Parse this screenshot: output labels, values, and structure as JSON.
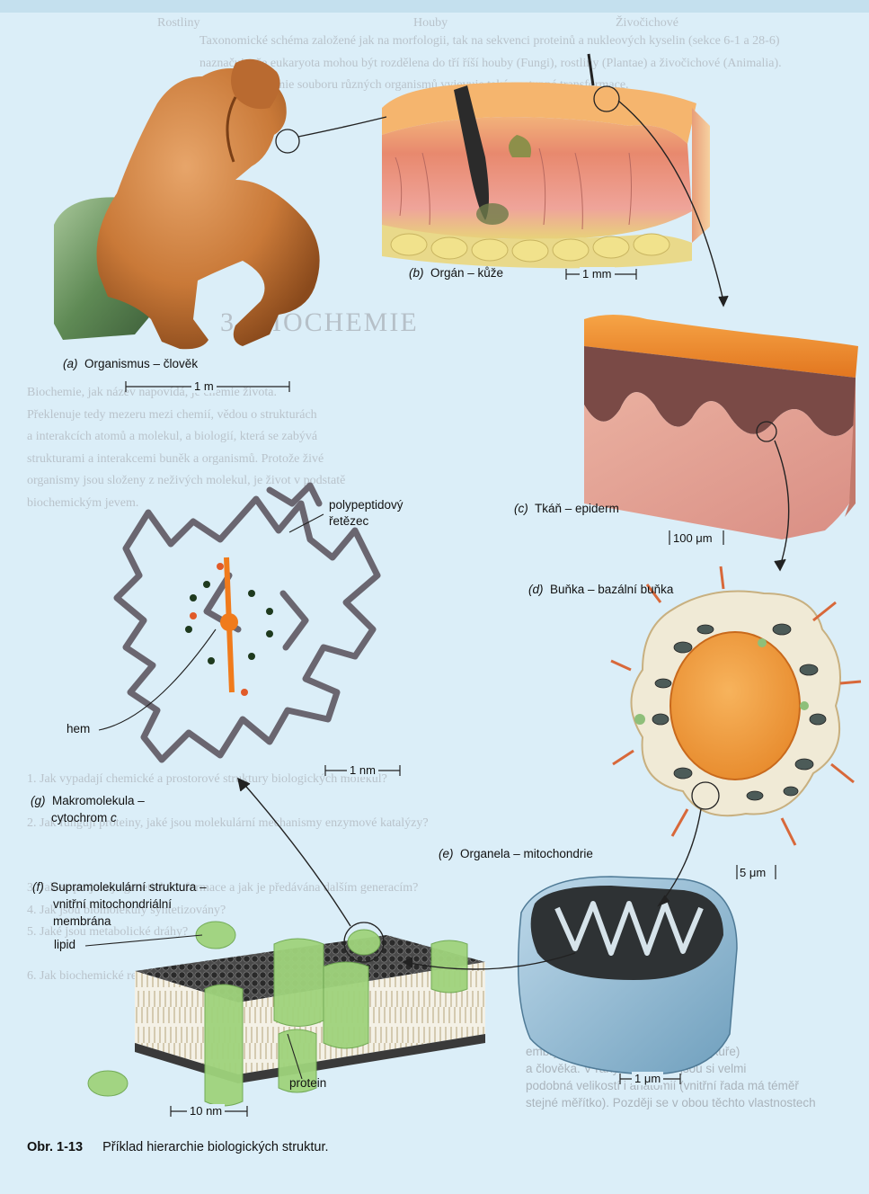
{
  "labels": {
    "organism": {
      "letter": "(a)",
      "text": "Organismus – člověk",
      "scale": "1 m"
    },
    "organ": {
      "letter": "(b)",
      "text": "Orgán – kůže",
      "scale": "1 mm"
    },
    "tissue": {
      "letter": "(c)",
      "text": "Tkáň – epiderm",
      "scale": "100 μm"
    },
    "cell": {
      "letter": "(d)",
      "text": "Buňka – bazální buňka",
      "scale": "5 μm"
    },
    "organelle": {
      "letter": "(e)",
      "text": "Organela – mitochondrie",
      "scale": "1 μm"
    },
    "supramolecular": {
      "letter": "(f)",
      "line1": "Supramolekulární struktura –",
      "line2": "vnitřní mitochondriální",
      "line3": "membrána",
      "scale": "10 nm"
    },
    "macromolecule": {
      "letter": "(g)",
      "line1": "Makromolekula –",
      "line2": "cytochrom",
      "line2_italic": "c",
      "scale": "1 nm"
    }
  },
  "annotations": {
    "polypeptide_line1": "polypeptidový",
    "polypeptide_line2": "řetězec",
    "heme": "hem",
    "lipid": "lipid",
    "protein": "protein"
  },
  "caption": {
    "number": "Obr. 1-13",
    "text": "Příklad hierarchie biologických struktur."
  },
  "background_text": {
    "heading": "3. BIOCHEMIE",
    "top_labels": [
      "Rostliny",
      "Houby",
      "Živočichové"
    ],
    "top_lines": [
      "Taxonomické schéma založené jak na morfologii, tak na sekvenci proteinů a nukleových kyselin (sekce 6-1 a 28-6)",
      "naznačuje, že eukaryota mohou být rozdělena do tří říší houby (Fungi), rostliny (Plantae) a živočichové (Animalia).",
      "Srovnání anatomie souboru různých organismů vyjevuje také postupné transformace."
    ],
    "column_lines": [
      "Biochemie, jak název napovídá, je chemie života.",
      "Překlenuje tedy mezeru mezi chemií, vědou o strukturách",
      "a interakcích atomů a molekul, a biologií, která se zabývá",
      "strukturami a interakcemi buněk a organismů. Protože živé",
      "organismy jsou složeny z neživých molekul, je život v podstatě",
      "biochemickým jevem."
    ],
    "questions": [
      "1. Jak vypadají chemické a prostorové struktury biologických molekul?",
      "2. Jak fungují proteiny, jaké jsou molekulární mechanismy enzymové katalýzy?",
      "3. Jak se projevuje genetická informace a jak je předávána dalším generacím?",
      "4. Jak jsou biomolekuly syntetizovány?",
      "5. Jaké jsou metabolické dráhy?",
      "6. Jak biochemické reakce přispívají k regulaci?"
    ],
    "right_caption_lines": [
      "embrya ryby, obojživelníka, ptáka (kuře)",
      "a člověka. V raných stadiích jsou si velmi",
      "podobná velikostí i anatomií (vnitřní řada má téměř",
      "stejné měřítko). Později se v obou těchto vlastnostech"
    ]
  }
}
